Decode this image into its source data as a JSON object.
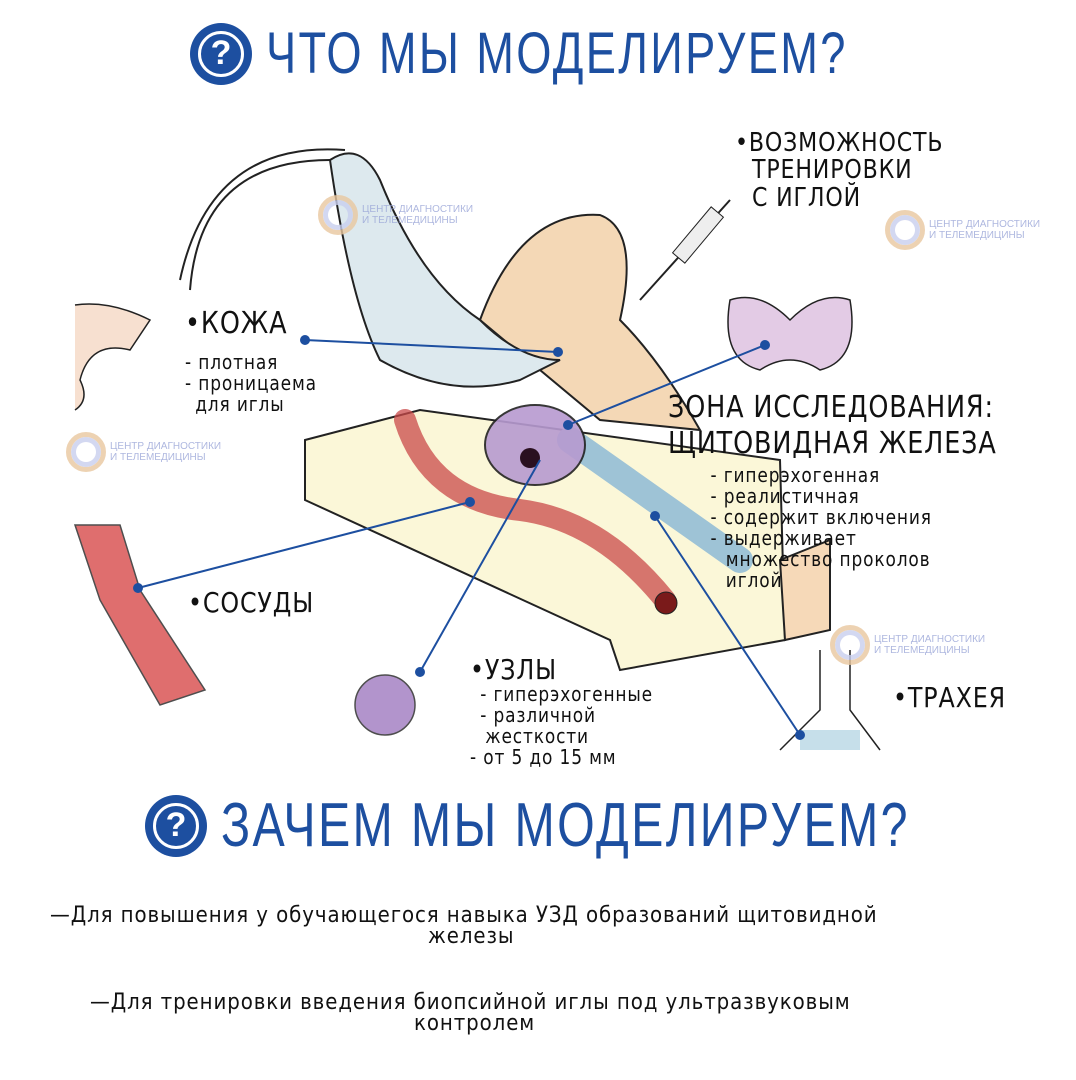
{
  "title_top": "ЧТО МЫ МОДЕЛИРУЕМ?",
  "title_bottom": "ЗАЧЕМ МЫ МОДЕЛИРУЕМ?",
  "question_icon": "question-circle-icon",
  "accent": "#1d4fa0",
  "watermark": {
    "line1": "ЦЕНТР ДИАГНОСТИКИ",
    "line2": "И ТЕЛЕМЕДИЦИНЫ"
  },
  "labels": {
    "needle": {
      "title": "•ВОЗМОЖНОСТЬ",
      "line2": "ТРЕНИРОВКИ",
      "line3": "С ИГЛОЙ"
    },
    "skin": {
      "title": "•КОЖА",
      "items": [
        "- плотная",
        "- проницаема",
        "для иглы"
      ]
    },
    "zone": {
      "title": "ЗОНА ИССЛЕДОВАНИЯ:",
      "subtitle": "ЩИТОВИДНАЯ ЖЕЛЕЗА",
      "items": [
        "- гиперэхогенная",
        "- реалистичная",
        "- содержит включения",
        "- выдерживает",
        "множество проколов",
        "иглой"
      ]
    },
    "vessels": {
      "title": "•СОСУДЫ"
    },
    "nodes": {
      "title": "•УЗЛЫ",
      "items": [
        "- гиперэхогенные",
        "- различной",
        "жесткости",
        "- от 5 до 15 мм"
      ]
    },
    "trachea": {
      "title": "•ТРАХЕЯ"
    }
  },
  "reasons": [
    {
      "line1": "—Для повышения у обучающегося навыка УЗД образований щитовидной",
      "line2": "железы"
    },
    {
      "line1": "—Для тренировки введения биопсийной иглы под ультразвуковым",
      "line2": "контролем"
    }
  ]
}
